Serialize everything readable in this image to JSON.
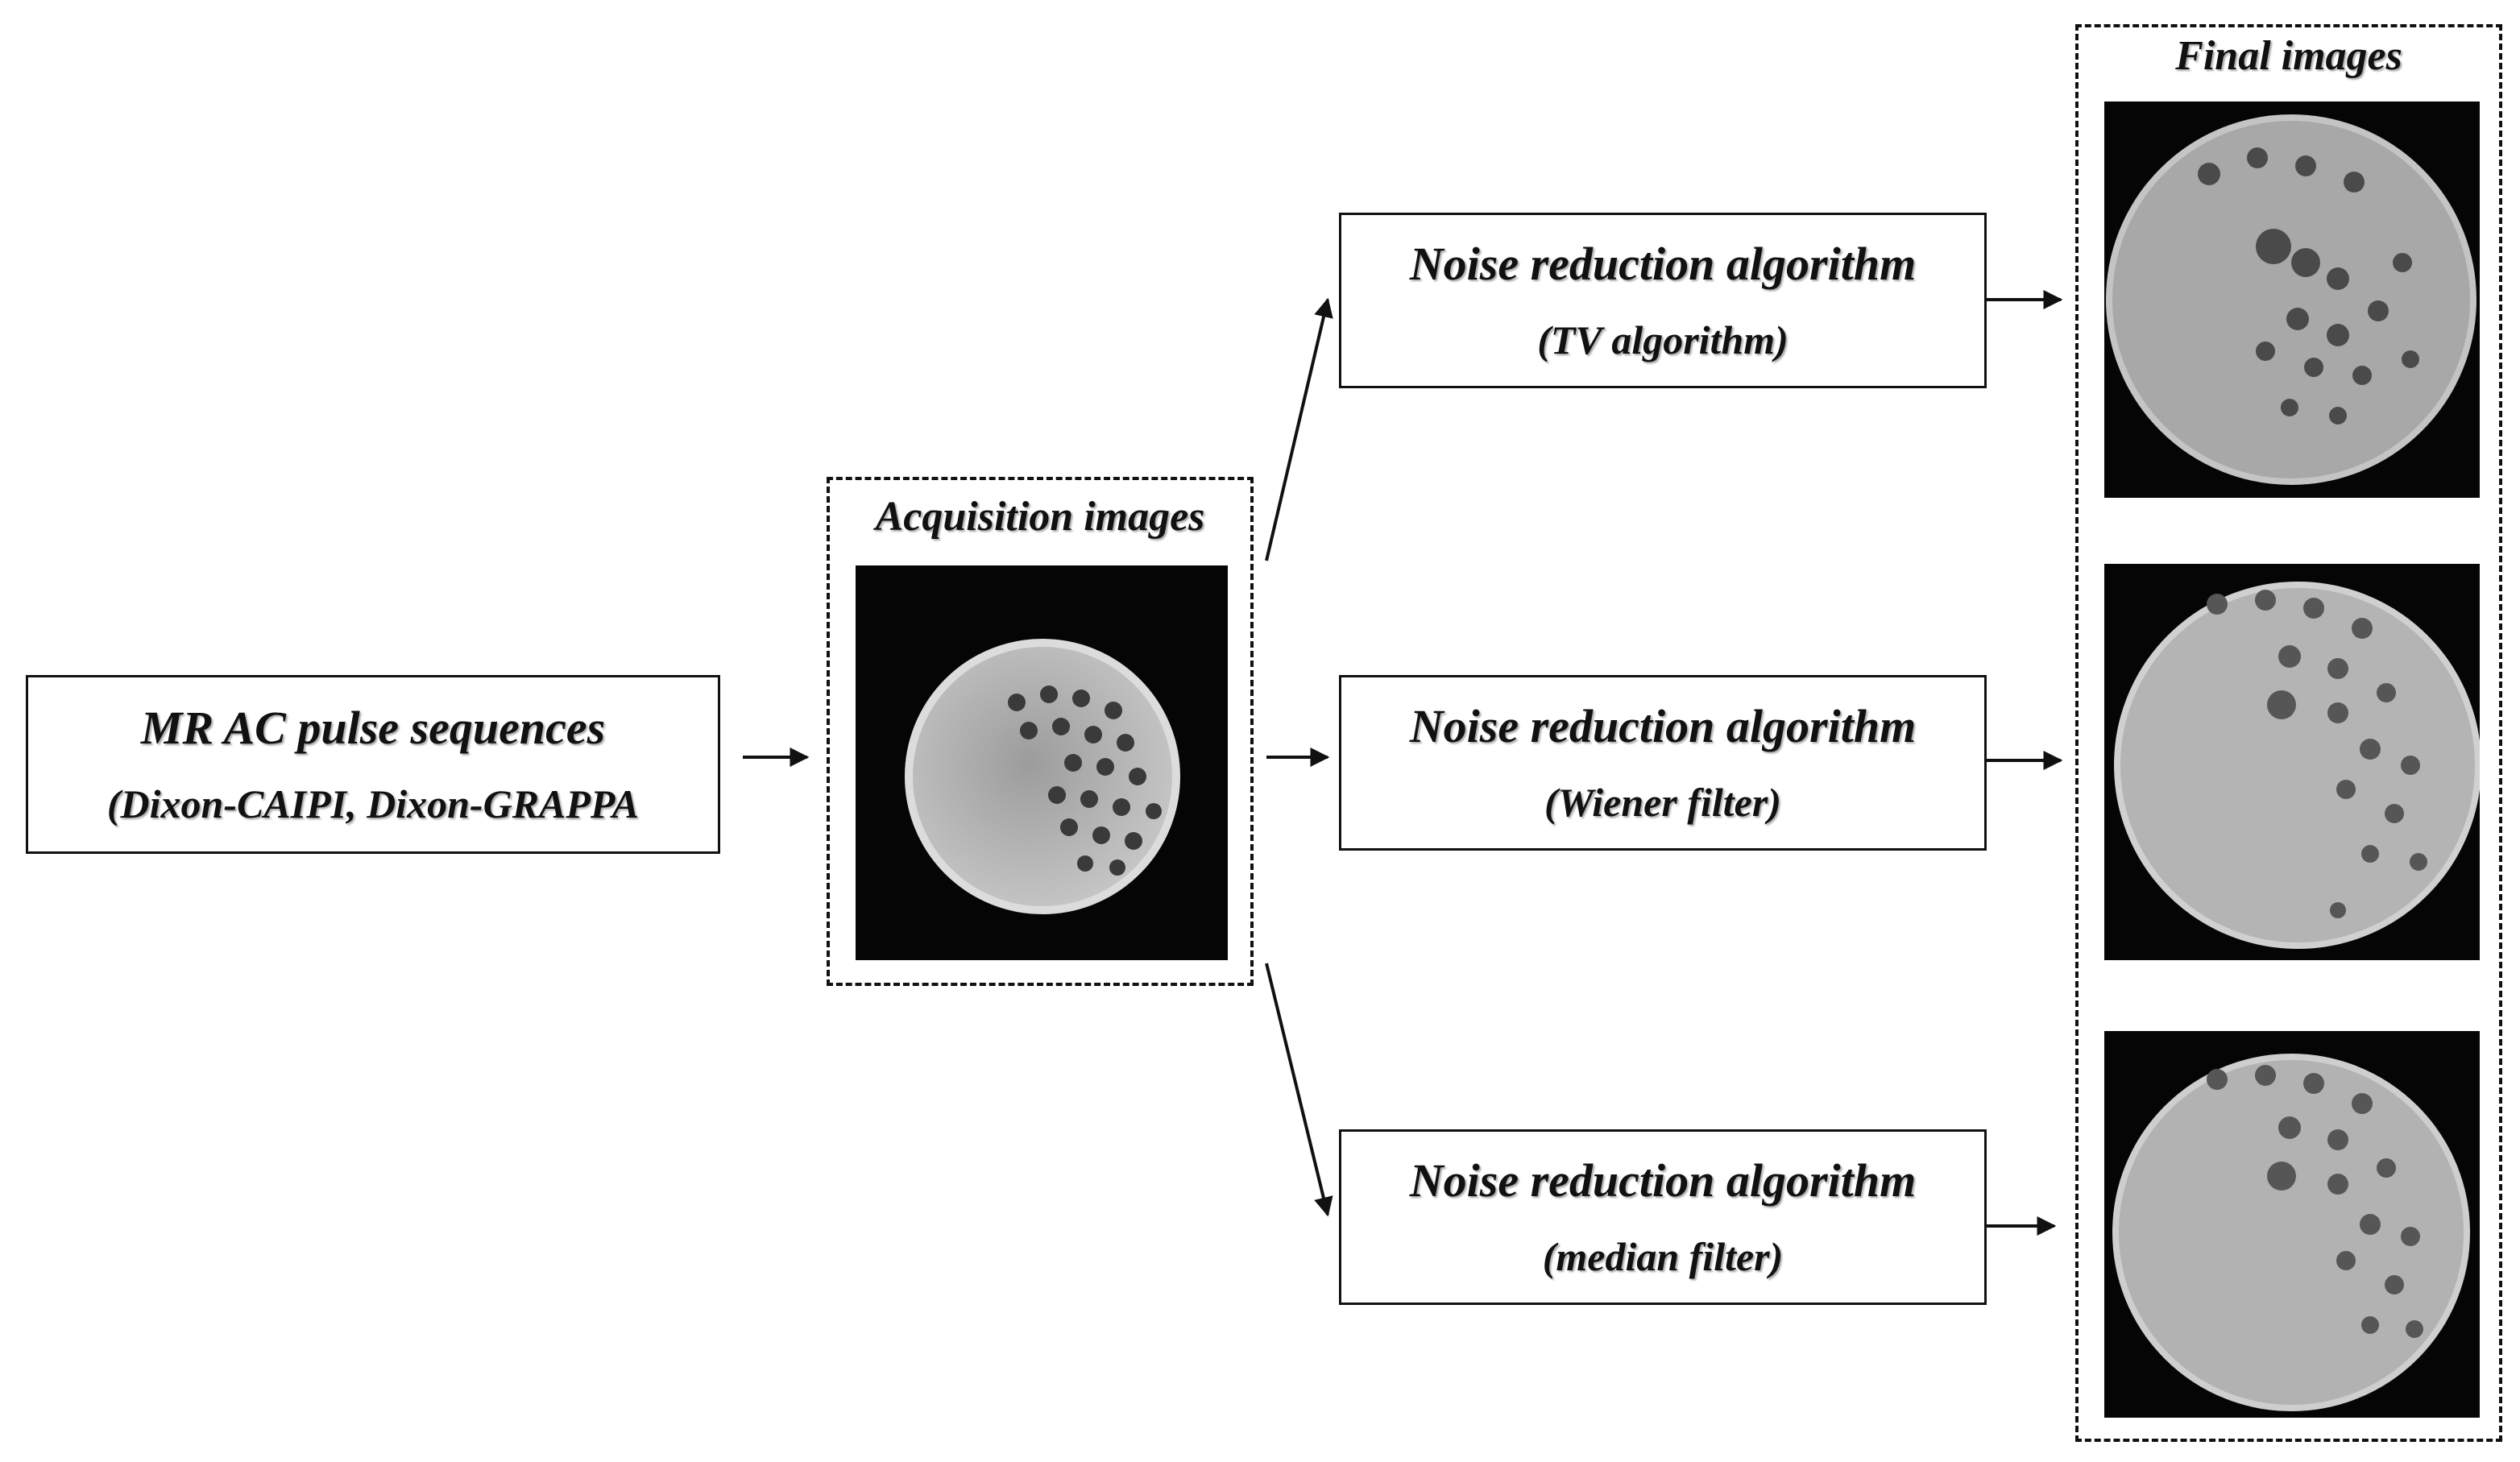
{
  "source": {
    "title": "MR AC pulse sequences",
    "subtitle": "(Dixon-CAIPI, Dixon-GRAPPA"
  },
  "acquisition": {
    "label": "Acquisition images"
  },
  "algorithms": [
    {
      "title": "Noise reduction algorithm",
      "subtitle": "(TV algorithm)"
    },
    {
      "title": "Noise reduction algorithm",
      "subtitle": "(Wiener filter)"
    },
    {
      "title": "Noise reduction algorithm",
      "subtitle": "(median filter)"
    }
  ],
  "final": {
    "label": "Final images"
  },
  "colors": {
    "line": "#111111",
    "image_background": "#050505",
    "phantom_fill": "#b8b8b8",
    "phantom_hole": "#3a3a3a"
  }
}
